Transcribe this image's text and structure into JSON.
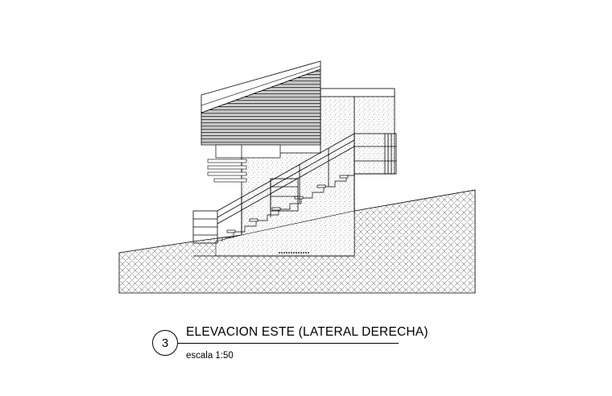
{
  "drawing": {
    "number": "3",
    "title": "ELEVACION ESTE (LATERAL DERECHA)",
    "scale": "escala 1:50"
  }
}
